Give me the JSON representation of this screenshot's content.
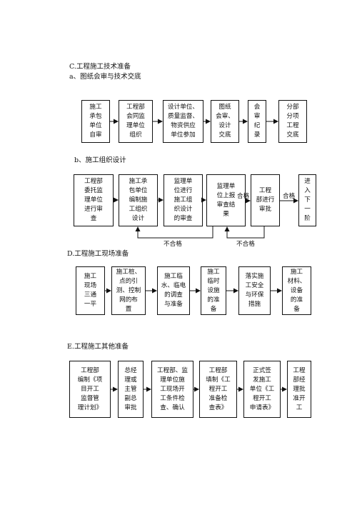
{
  "section_c": {
    "title": "C.工程施工技术准备",
    "sub_a": "a、图纸会审与技术交底",
    "boxes": [
      "施工\n承包\n单位\n自审",
      "工程部\n会同监\n理单位\n组织",
      "设计单位、\n质量监督、\n物资供应\n单位参加",
      "图纸\n会审、\n设计\n交底",
      "会\n审\n纪\n录",
      "分部\n分项\n工程\n交底"
    ],
    "sub_b": "b、施工组织设计",
    "b_boxes": [
      "工程部\n委托监\n理单位\n进行审\n查",
      "施工承\n包单位\n编制施\n工组织\n设计",
      "监理单\n位进行\n施工组\n织设计\n的审查",
      "监理单\n位上报\n审查结\n果",
      "工程\n部进行\n审批",
      "进\n入\n下\n一\n阶"
    ],
    "pass_label_1": "合格",
    "pass_label_2": "合格",
    "fail_label_1": "不合格",
    "fail_label_2": "不合格"
  },
  "section_d": {
    "title": "D.工程施工现场准备",
    "boxes": [
      "施工\n现场\n三通\n一平",
      "施工桩、\n点的引\n测、控制\n网的布\n置",
      "施工临\n水、临电\n的调查\n与准备",
      "施工\n临时\n设施\n的准\n备",
      "落实施\n工安全\n与环保\n措施",
      "施工\n材料、\n设备\n的准\n备"
    ]
  },
  "section_e": {
    "title": "E.工程施工其他准备",
    "boxes": [
      "工程部\n编制《项\n目开工\n监督管\n理计划》",
      "总经\n理或\n主管\n副总\n审批",
      "工程部、监\n理单位施\n工现场开\n工条件检\n查、确认",
      "工程部\n填制《工\n程开工\n准备检\n查表》",
      "正式签\n发施工\n单位《工\n程开工\n申请表》",
      "工程\n部经\n理批\n准开\n工"
    ]
  },
  "colors": {
    "line": "#111111",
    "background": "#ffffff"
  }
}
